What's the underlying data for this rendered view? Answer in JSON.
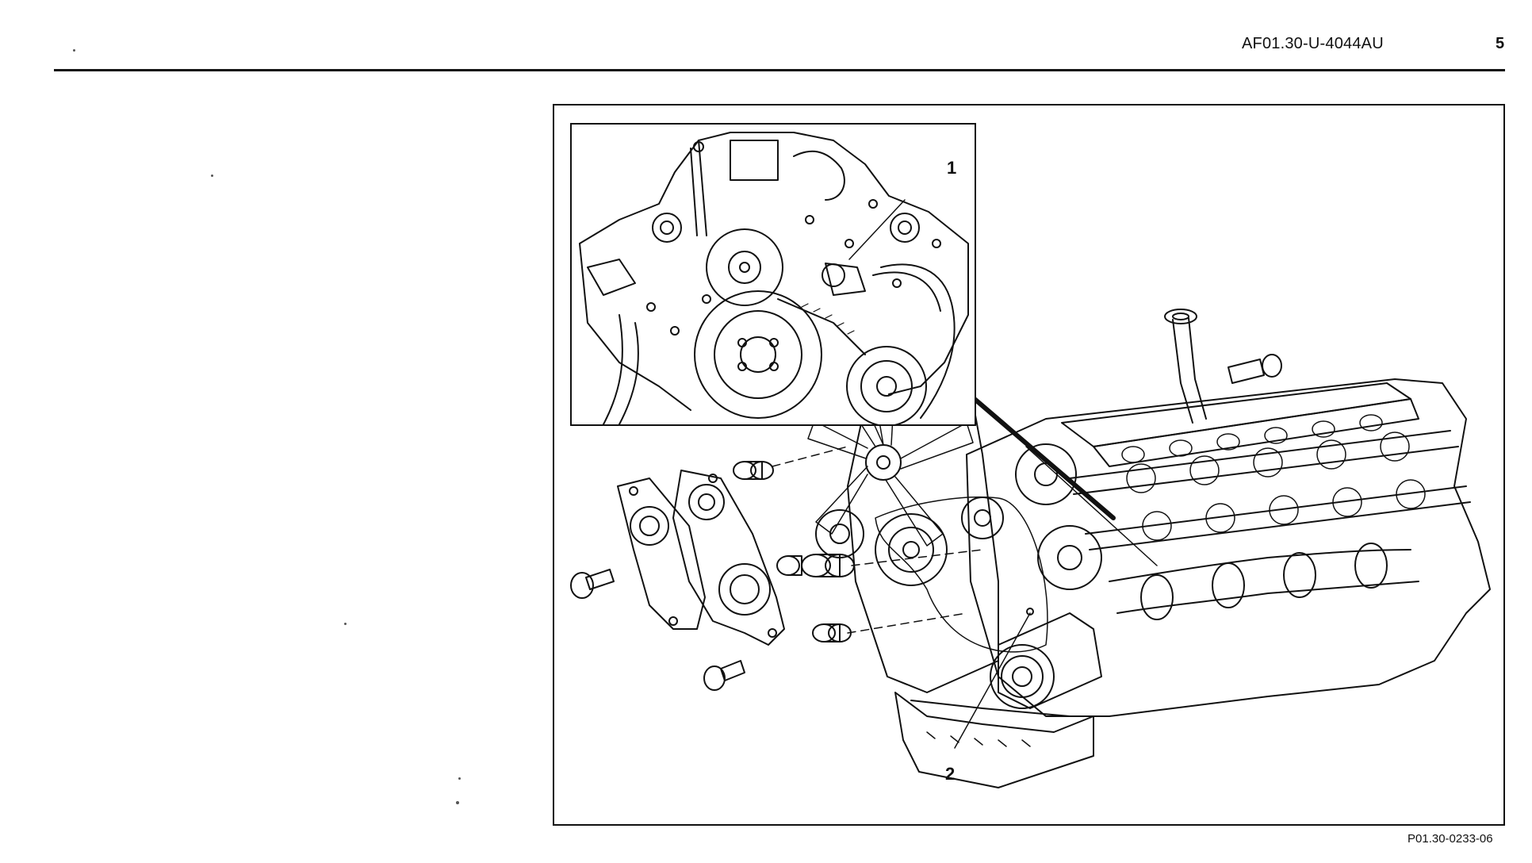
{
  "header": {
    "document_code": "AF01.30-U-4044AU",
    "page_number": "5"
  },
  "figure": {
    "callouts": [
      "1",
      "2"
    ],
    "reference": "P01.30-0233-06"
  }
}
